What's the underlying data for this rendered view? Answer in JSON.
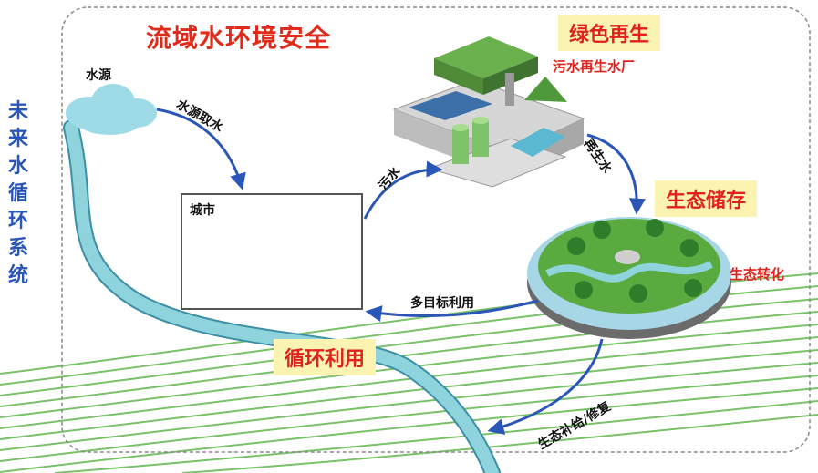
{
  "side_title": "未来水循环系统",
  "main_title": "流域水环境安全",
  "nodes": {
    "water_source": "水源",
    "city": "城市",
    "plant": "污水再生水厂",
    "eco_convert": "生态转化"
  },
  "highlights": {
    "green_regen": "绿色再生",
    "eco_storage": "生态储存",
    "recycle_use": "循环利用"
  },
  "flows": {
    "intake": "水源取水",
    "sewage": "污水",
    "reclaimed": "再生水",
    "multi_use": "多目标利用",
    "eco_supply": "生态补给/修复"
  },
  "colors": {
    "arrow": "#2a56b8",
    "title_red": "#e02a1a",
    "highlight_bg": "#fbf3b2",
    "river": "#8fd3dc",
    "field_lines": "#79c26a"
  }
}
